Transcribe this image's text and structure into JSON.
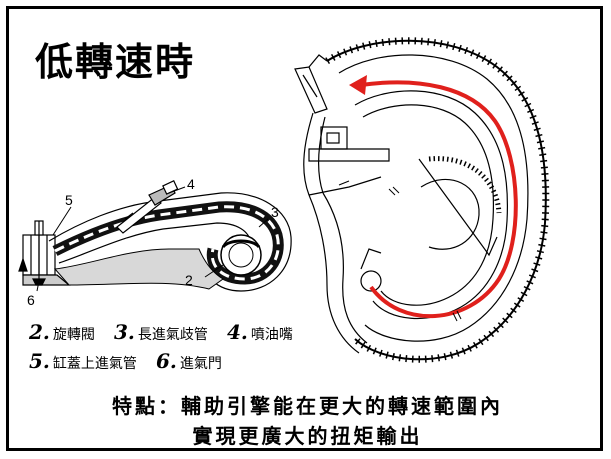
{
  "title": "低轉速時",
  "callouts": [
    "5",
    "4",
    "3",
    "2",
    "6"
  ],
  "legend": [
    {
      "num": "2.",
      "label": "旋轉閥"
    },
    {
      "num": "3.",
      "label": "長進氣歧管"
    },
    {
      "num": "4.",
      "label": "噴油嘴"
    },
    {
      "num": "5.",
      "label": "缸蓋上進氣管"
    },
    {
      "num": "6.",
      "label": "進氣門"
    }
  ],
  "feature_line1": "特點：輔助引擎能在更大的轉速範圍內",
  "feature_line2": "實現更廣大的扭矩輸出",
  "colors": {
    "flow_arrow": "#e0201c",
    "ink": "#000000",
    "frame": "#000000"
  }
}
